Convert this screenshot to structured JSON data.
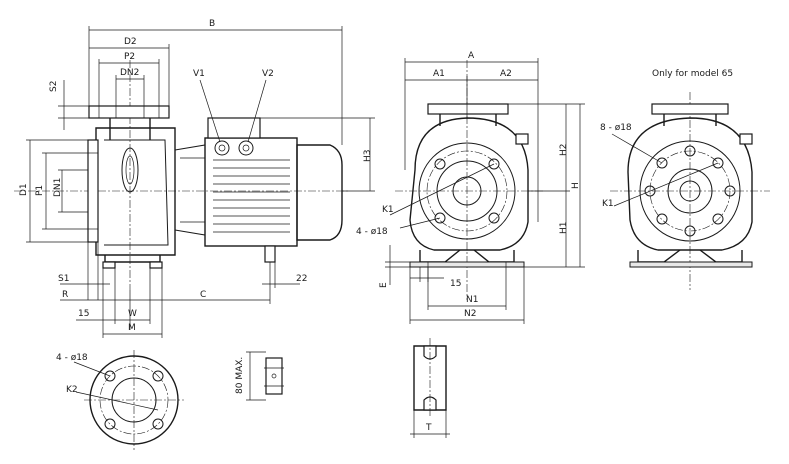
{
  "labels": {
    "B": "B",
    "D2": "D2",
    "P2": "P2",
    "DN2": "DN2",
    "S2": "S2",
    "V1": "V1",
    "V2": "V2",
    "H3": "H3",
    "D1": "D1",
    "P1": "P1",
    "DN1": "DN1",
    "S1": "S1",
    "R": "R",
    "C": "C",
    "dim22": "22",
    "dim15_left": "15",
    "W": "W",
    "M": "M",
    "A": "A",
    "A1": "A1",
    "A2": "A2",
    "H2": "H2",
    "H": "H",
    "H1": "H1",
    "K1": "K1",
    "holes4": "4 - ø18",
    "E": "E",
    "dim15_mid": "15",
    "N1": "N1",
    "N2": "N2",
    "T": "T",
    "flangeHoles": "4 - ø18",
    "K2": "K2",
    "max80": "80 MAX.",
    "model65Note": "Only for model 65",
    "holes8": "8 - ø18",
    "K1_right": "K1"
  }
}
